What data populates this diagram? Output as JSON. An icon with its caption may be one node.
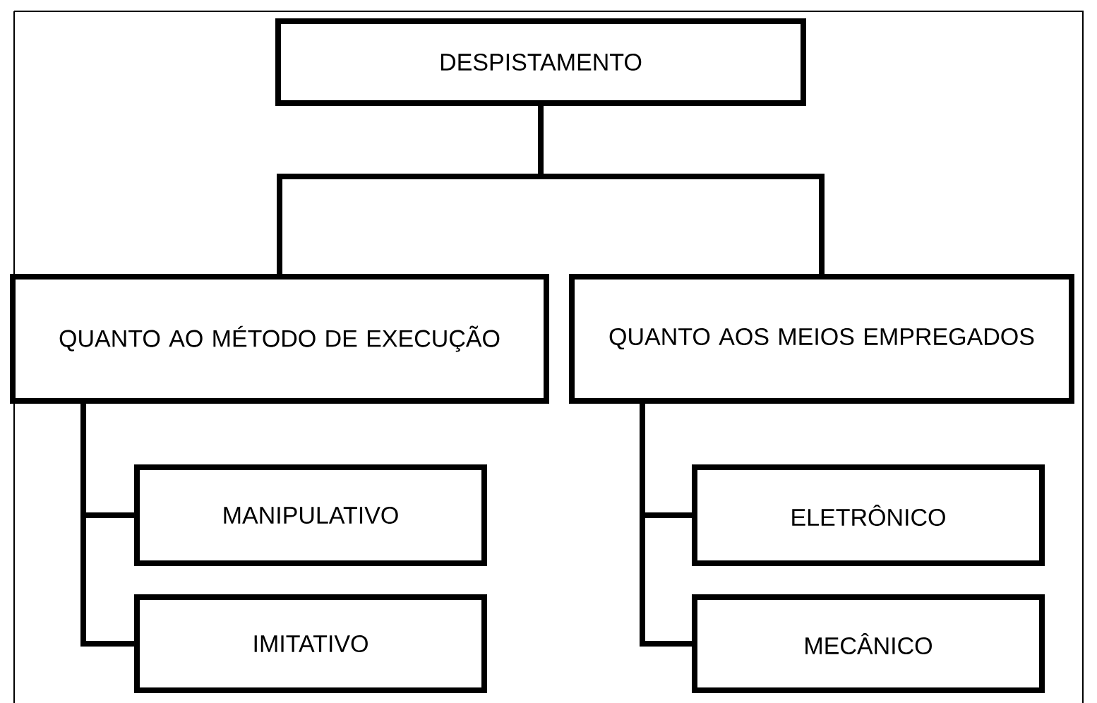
{
  "diagram": {
    "nodes": [
      {
        "text": [
          "DESPISTAMENTO"
        ]
      },
      {
        "text": [
          "QUANTO AO MÉTODO DE EXECUÇÃO"
        ]
      },
      {
        "text": [
          "QUANTO AOS MEIOS EMPREGADOS"
        ]
      },
      {
        "text": [
          "MANIPULATIVO"
        ]
      },
      {
        "text": [
          "IMITATIVO"
        ]
      },
      {
        "text": [
          "ELETRÔNICO"
        ]
      },
      {
        "text": [
          "MECÂNICO"
        ]
      }
    ],
    "edges": [
      {
        "from": 0,
        "to": 1,
        "arrow": "none"
      },
      {
        "from": 0,
        "to": 2,
        "arrow": "none"
      },
      {
        "from": 1,
        "to": 3,
        "arrow": "none"
      },
      {
        "from": 1,
        "to": 4,
        "arrow": "none"
      },
      {
        "from": 2,
        "to": 5,
        "arrow": "none"
      },
      {
        "from": 2,
        "to": 6,
        "arrow": "none"
      }
    ]
  }
}
